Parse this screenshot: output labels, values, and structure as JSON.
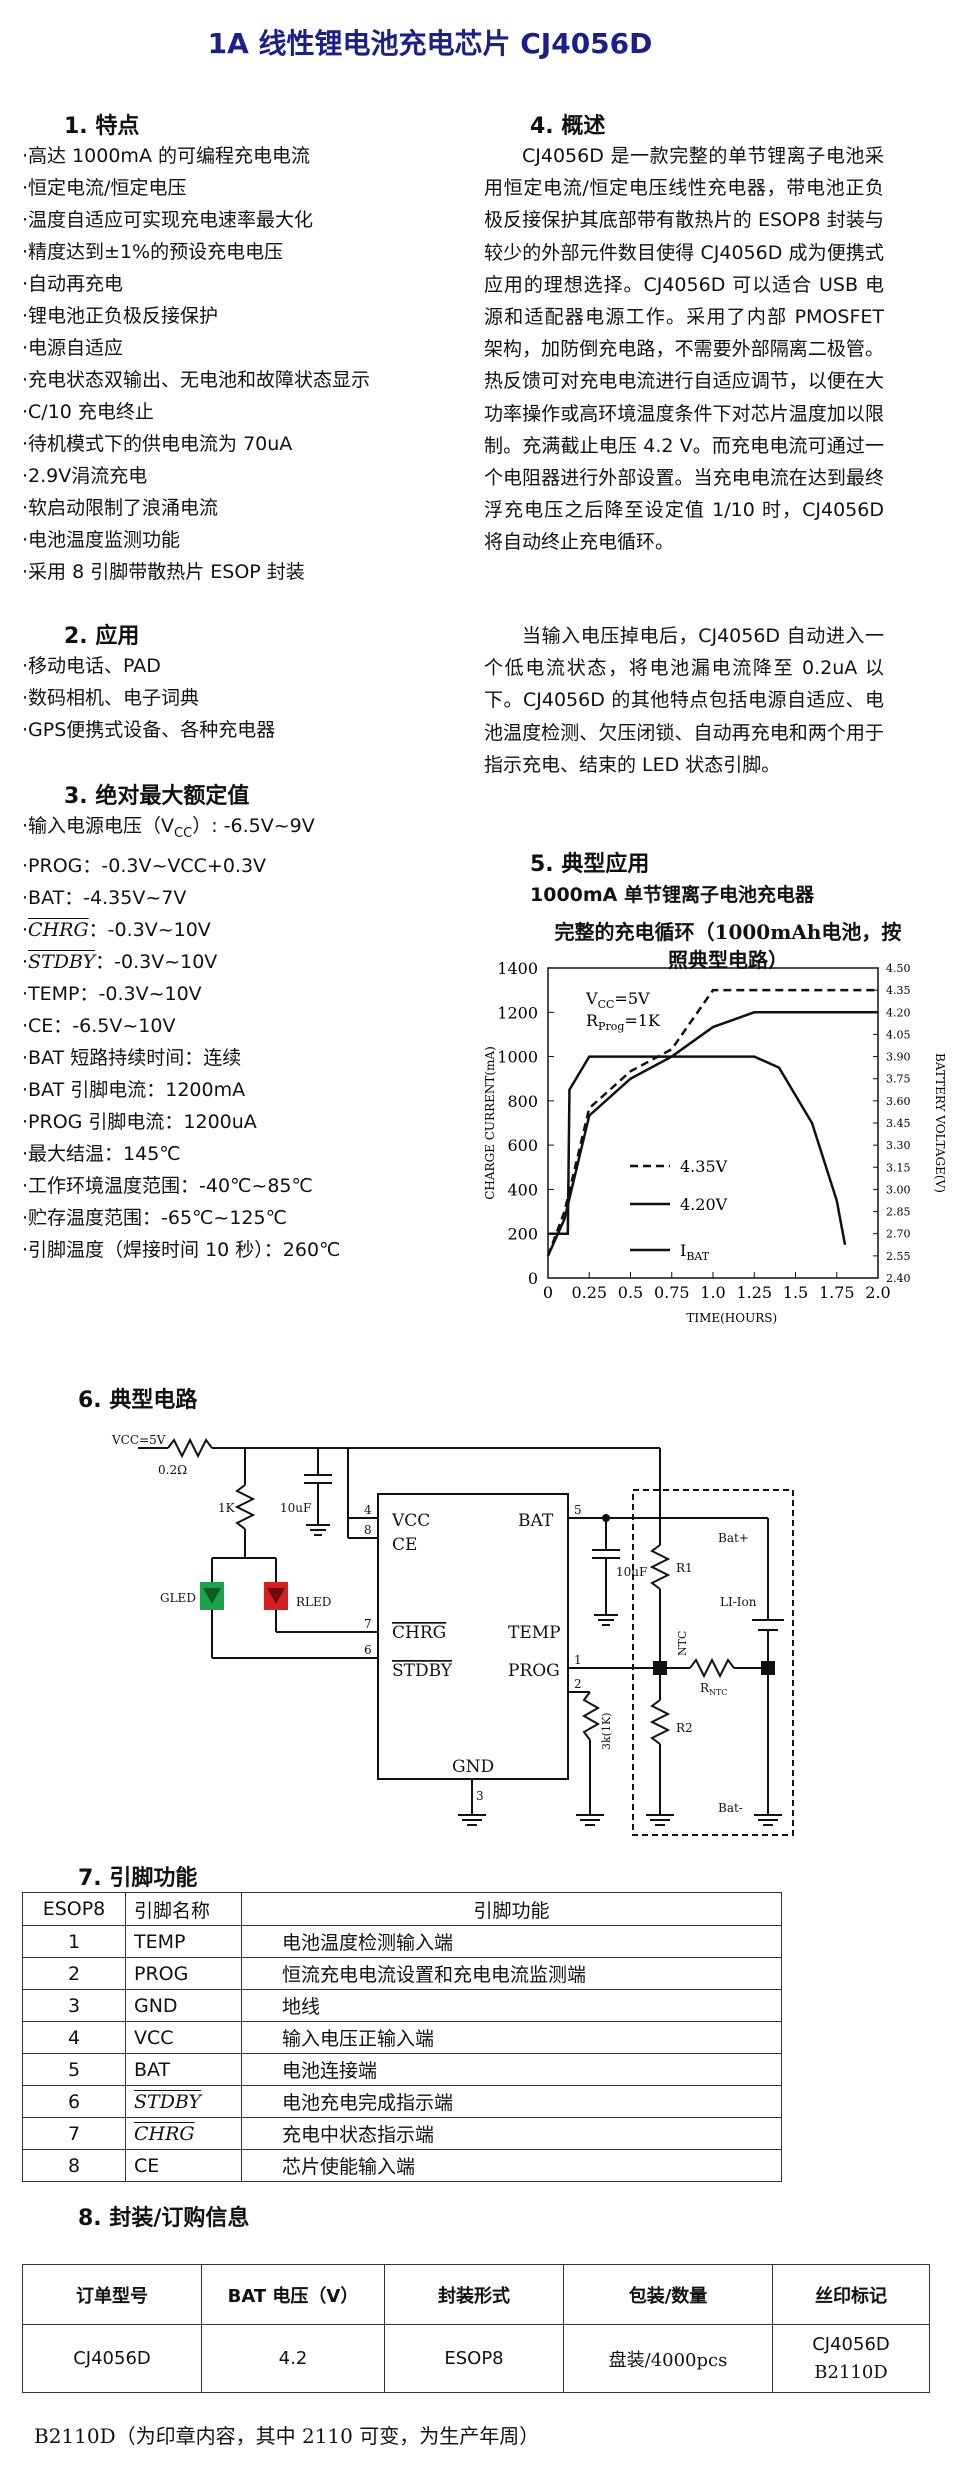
{
  "title": "1A 线性锂电池充电芯片 CJ4056D",
  "features": {
    "heading": "1.   特点",
    "items": [
      "·高达 1000mA 的可编程充电电流",
      "·恒定电流/恒定电压",
      "·温度自适应可实现充电速率最大化",
      "·精度达到±1%的预设充电电压",
      "·自动再充电",
      "·锂电池正负极反接保护",
      "·电源自适应",
      "·充电状态双输出、无电池和故障状态显示",
      "·C/10 充电终止",
      "·待机模式下的供电电流为 70uA",
      "·2.9V涓流充电",
      "·软启动限制了浪涌电流",
      "·电池温度监测功能",
      "·采用 8 引脚带散热片 ESOP 封装"
    ]
  },
  "applications": {
    "heading": "2.   应用",
    "items": [
      "·移动电话、PAD",
      "·数码相机、电子词典",
      "·GPS便携式设备、各种充电器"
    ]
  },
  "ratings": {
    "heading": "3.   绝对最大额定值",
    "vcc_prefix": "·输入电源电压（V",
    "vcc_sub": "CC",
    "vcc_suffix": "）: -6.5V~9V",
    "prog": "·PROG：-0.3V~VCC+0.3V",
    "bat": "·BAT：-4.35V~7V",
    "chrg_pin": "CHRG",
    "chrg_val": "：-0.3V~10V",
    "stdby_pin": "STDBY",
    "stdby_val": "：-0.3V~10V",
    "temp": "·TEMP：-0.3V~10V",
    "ce": "·CE：-6.5V~10V",
    "short": "·BAT 短路持续时间：连续",
    "bat_current": "·BAT 引脚电流：1200mA",
    "prog_current": "·PROG 引脚电流：1200uA",
    "max_tj": "·最大结温：145℃",
    "op_temp": "·工作环境温度范围：-40℃~85℃",
    "storage": "·贮存温度范围：-65℃~125℃",
    "lead": "·引脚温度（焊接时间 10 秒）：260℃"
  },
  "overview": {
    "heading": "4.   概述",
    "p1": "CJ4056D 是一款完整的单节锂离子电池采用恒定电流/恒定电压线性充电器，带电池正负极反接保护其底部带有散热片的 ESOP8 封装与较少的外部元件数目使得 CJ4056D 成为便携式应用的理想选择。CJ4056D 可以适合 USB 电源和适配器电源工作。采用了内部 PMOSFET 架构，加防倒充电路，不需要外部隔离二极管。热反馈可对充电电流进行自适应调节，以便在大功率操作或高环境温度条件下对芯片温度加以限制。充满截止电压 4.2 V。而充电电流可通过一个电阻器进行外部设置。当充电电流在达到最终浮充电压之后降至设定值 1/10 时，CJ4056D 将自动终止充电循环。",
    "p2": "当输入电压掉电后，CJ4056D 自动进入一个低电流状态，将电池漏电流降至 0.2uA 以下。CJ4056D 的其他特点包括电源自适应、电池温度检测、欠压闭锁、自动再充电和两个用于指示充电、结束的 LED 状态引脚。"
  },
  "typical_app": {
    "heading": "5.   典型应用",
    "subtitle": "1000mA 单节锂离子电池充电器"
  },
  "chart_data": {
    "type": "line",
    "title": "完整的充电循环（1000mAh电池，按照典型电路）",
    "xlabel": "TIME(HOURS)",
    "ylabel": "CHARGE CURRENT(mA)",
    "y2label": "BATTERY VOLTAGE(V)",
    "xlim": [
      0,
      2.0
    ],
    "ylim": [
      0,
      1400
    ],
    "y2lim": [
      2.4,
      4.5
    ],
    "xticks": [
      "0",
      "0.25",
      "0.5",
      "0.75",
      "1.0",
      "1.25",
      "1.5",
      "1.75",
      "2.0"
    ],
    "yticks": [
      "0",
      "200",
      "400",
      "600",
      "800",
      "1000",
      "1200",
      "1400"
    ],
    "y2ticks": [
      "2.40",
      "2.55",
      "2.70",
      "2.85",
      "3.00",
      "3.15",
      "3.30",
      "3.45",
      "3.60",
      "3.75",
      "3.90",
      "4.05",
      "4.20",
      "4.35",
      "4.50"
    ],
    "annotation_vcc": "V",
    "annotation_vcc_sub": "CC",
    "annotation_vcc_val": "=5V",
    "annotation_r": "R",
    "annotation_r_sub": "Prog",
    "annotation_r_val": "=1K",
    "series": [
      {
        "name": "4.35V",
        "style": "dashed",
        "axis": "voltage",
        "x": [
          0,
          0.1,
          0.25,
          0.5,
          0.75,
          1.0,
          1.25,
          2.0
        ],
        "y": [
          2.55,
          2.85,
          3.55,
          3.8,
          3.95,
          4.35,
          4.35,
          4.35
        ]
      },
      {
        "name": "4.20V",
        "style": "solid",
        "axis": "voltage",
        "x": [
          0,
          0.1,
          0.25,
          0.5,
          0.75,
          1.0,
          1.25,
          2.0
        ],
        "y": [
          2.55,
          2.8,
          3.5,
          3.75,
          3.9,
          4.1,
          4.2,
          4.2
        ]
      },
      {
        "name": "BAT",
        "name_prefix": "I",
        "style": "solid",
        "axis": "current",
        "x": [
          0,
          0.12,
          0.13,
          0.25,
          1.25,
          1.4,
          1.6,
          1.75,
          1.8
        ],
        "y": [
          200,
          200,
          850,
          1000,
          1000,
          950,
          700,
          350,
          150
        ]
      }
    ]
  },
  "circuit": {
    "heading": "6.   典型电路",
    "vcc": "VCC=5V",
    "r_in": "0.2Ω",
    "r_led": "1K",
    "c_in": "10uF",
    "c_bat": "10uF",
    "gled": "GLED",
    "rled": "RLED",
    "pin_vcc": "VCC",
    "pin_ce": "CE",
    "pin_bat": "BAT",
    "pin_chrg": "CHRG",
    "pin_temp": "TEMP",
    "pin_stdby": "STDBY",
    "pin_prog": "PROG",
    "pin_gnd": "GND",
    "n4": "4",
    "n8": "8",
    "n5": "5",
    "n7": "7",
    "n6": "6",
    "n1": "1",
    "n2": "2",
    "n3": "3",
    "r_prog": "3k(1K)",
    "r1": "R1",
    "r2": "R2",
    "rntc": "R",
    "rntc_sub": "NTC",
    "ntc": "NTC",
    "bat_plus": "Bat+",
    "bat_minus": "Bat-",
    "li_ion": "LI-Ion"
  },
  "pin_table": {
    "heading": "7.   引脚功能",
    "headers": [
      "ESOP8",
      "引脚名称",
      "引脚功能"
    ],
    "rows": [
      {
        "num": "1",
        "name": "TEMP",
        "func": "电池温度检测输入端",
        "ov": false
      },
      {
        "num": "2",
        "name": "PROG",
        "func": "恒流充电电流设置和充电电流监测端",
        "ov": false
      },
      {
        "num": "3",
        "name": "GND",
        "func": "地线",
        "ov": false
      },
      {
        "num": "4",
        "name": "VCC",
        "func": "输入电压正输入端",
        "ov": false
      },
      {
        "num": "5",
        "name": "BAT",
        "func": "电池连接端",
        "ov": false
      },
      {
        "num": "6",
        "name": "STDBY",
        "func": "电池充电完成指示端",
        "ov": true
      },
      {
        "num": "7",
        "name": "CHRG",
        "func": "充电中状态指示端",
        "ov": true
      },
      {
        "num": "8",
        "name": "CE",
        "func": "芯片使能输入端",
        "ov": false
      }
    ]
  },
  "order": {
    "heading": "8.   封装/订购信息",
    "headers": [
      "订单型号",
      "BAT 电压（V）",
      "封装形式",
      "包装/数量",
      "丝印标记"
    ],
    "row": {
      "model": "CJ4056D",
      "voltage": "4.2",
      "package": "ESOP8",
      "qty": "盘装/4000pcs",
      "mark1": "CJ4056D",
      "mark2": "B2110D"
    },
    "note": "B2110D（为印章内容，其中 2110 可变，为生产年周）"
  }
}
